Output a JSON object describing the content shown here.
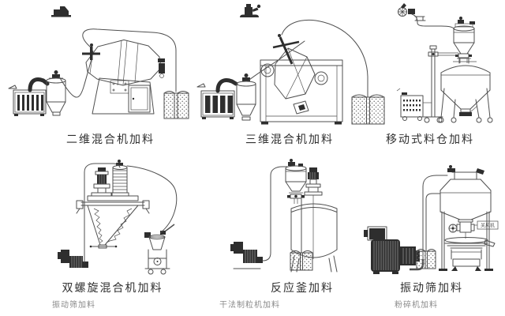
{
  "page": {
    "background": "#ffffff",
    "line_color": "#4f4f4f",
    "dark_color": "#2e2e2e",
    "label_color": "#2f2f2f",
    "sublabel_color": "#8a8a8a"
  },
  "panels": [
    {
      "label": "二维混合机加料"
    },
    {
      "label": "三维混合机加料"
    },
    {
      "label": "移动式料仓加料"
    },
    {
      "label": "双螺旋混合机加料"
    },
    {
      "label": "反应釜加料"
    },
    {
      "label": "振动筛加料",
      "annotation": "关风机"
    }
  ],
  "bottom_labels": [
    "振动筛加料",
    "干法制粒机加料",
    "粉碎机加料"
  ]
}
